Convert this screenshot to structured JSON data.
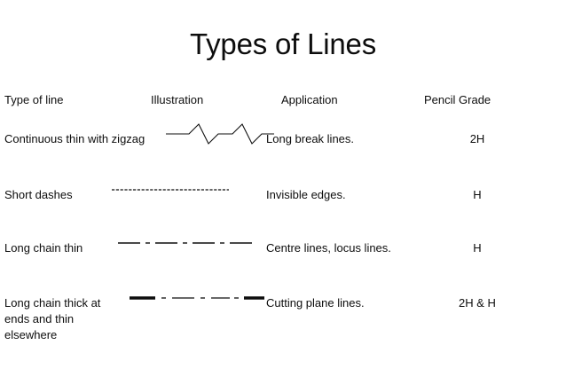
{
  "slide": {
    "title": "Types of Lines",
    "background_color": "#ffffff",
    "ink_color": "#0d0d0d"
  },
  "table": {
    "headers": {
      "type": "Type of line",
      "illustration": "Illustration",
      "application": "Application",
      "pencil_grade": "Pencil Grade"
    },
    "rows": [
      {
        "type": "Continuous thin with zigzag",
        "illustration_kind": "zigzag-line",
        "application": "Long break lines.",
        "pencil_grade": "2H"
      },
      {
        "type": "Short dashes",
        "illustration_kind": "short-dashes-line",
        "illustration_text": "------------------------------",
        "application": "Invisible edges.",
        "pencil_grade": "H"
      },
      {
        "type": "Long chain thin",
        "illustration_kind": "long-chain-thin-line",
        "application": "Centre lines, locus lines.",
        "pencil_grade": "H"
      },
      {
        "type": "Long chain thick at ends and thin elsewhere",
        "illustration_kind": "long-chain-thick-ends-line",
        "application": "Cutting plane lines.",
        "pencil_grade": "2H & H"
      }
    ]
  }
}
